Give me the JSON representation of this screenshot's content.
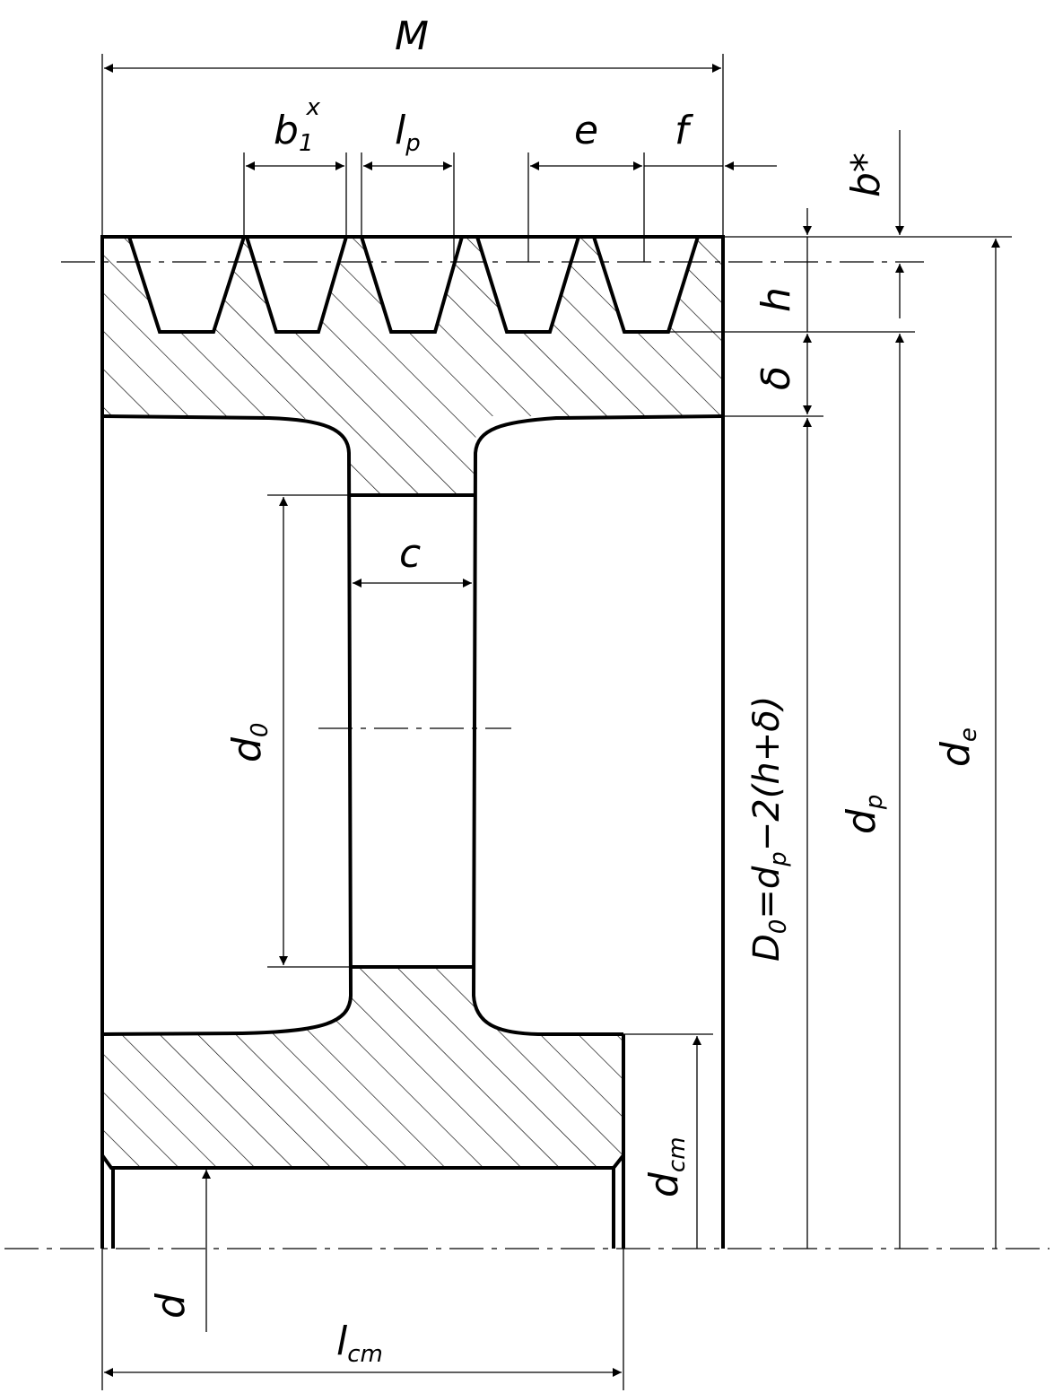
{
  "labels": {
    "M": "M",
    "b1": "b",
    "b1_sub": "1",
    "b1_sup": "x",
    "lp": "l",
    "lp_sub": "p",
    "e": "e",
    "f": "f",
    "bstar": "b*",
    "h": "h",
    "delta": "δ",
    "c": "c",
    "d0": "d",
    "d0_sub": "0",
    "D0_formula_a": "D",
    "D0_formula_a_sub": "0",
    "D0_formula_b": "=d",
    "D0_formula_b_sub": "p",
    "D0_formula_c": "−2(h+δ)",
    "dp": "d",
    "dp_sub": "p",
    "de": "d",
    "de_sub": "e",
    "dcm": "d",
    "dcm_sub": "cm",
    "d": "d",
    "lcm": "l",
    "lcm_sub": "cm"
  }
}
